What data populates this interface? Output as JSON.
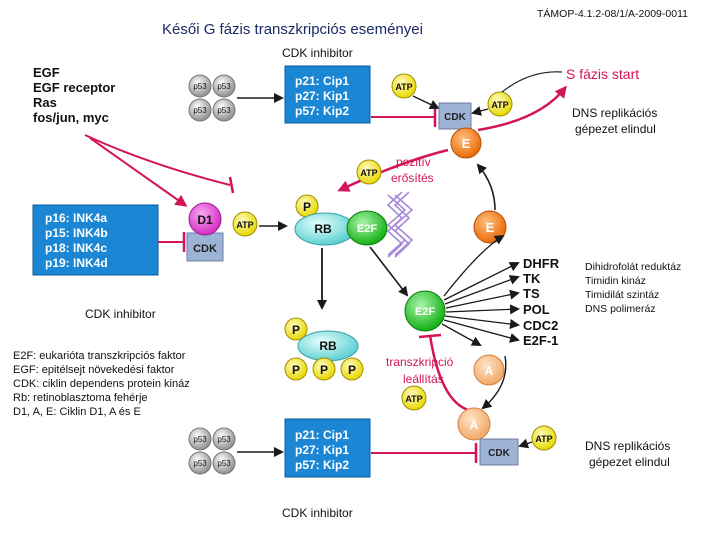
{
  "header": {
    "title": "Késői G fázis transzkripciós eseményei",
    "project_code": "TÁMOP-4.1.2-08/1/A-2009-0011"
  },
  "labels": {
    "cdk_inhibitor_top": "CDK inhibitor",
    "cdk_inhibitor_mid": "CDK inhibitor",
    "cdk_inhibitor_bottom": "CDK inhibitor",
    "s_phase_start": "S fázis start",
    "dns_replication_top": [
      "DNS replikációs",
      "gépezet elindul"
    ],
    "dns_replication_bottom": [
      "DNS replikációs",
      "gépezet elindul"
    ],
    "positive_reinforcement": [
      "pozitív",
      "erősítés"
    ],
    "transcription_stop": [
      "transzkripció",
      "leállítás"
    ]
  },
  "growth_signals": [
    "EGF",
    "EGF receptor",
    "Ras",
    "fos/jun, myc"
  ],
  "p53": "p53",
  "p_inhibitors": [
    "p21: Cip1",
    "p27: Kip1",
    "p57: Kip2"
  ],
  "ink_inhibitors": [
    "p16: INK4a",
    "p15: INK4b",
    "p18: INK4c",
    "p19: INK4d"
  ],
  "molecules": {
    "atp": "ATP",
    "cdk": "CDK",
    "d1": "D1",
    "e": "E",
    "a": "A",
    "p": "P",
    "rb": "RB",
    "e2f": "E2F"
  },
  "target_genes": [
    "DHFR",
    "TK",
    "TS",
    "POL",
    "CDC2",
    "E2F-1"
  ],
  "target_gene_names": [
    "Dihidrofolát reduktáz",
    "Timidin kináz",
    "Timidilát szintáz",
    "DNS polimeráz"
  ],
  "legend": [
    "E2F: eukarióta transzkripciós faktor",
    "EGF: epitélsejt növekedési faktor",
    "CDK: ciklin dependens protein kináz",
    "Rb: retinoblasztoma fehérje",
    "D1, A, E: Ciklin D1, A és E"
  ],
  "colors": {
    "blue_box": "#1a86d4",
    "cdk_box": "#9db3d6",
    "cyclin_pink": "#e44bd8",
    "cyclin_orange": "#f07a14",
    "cyclin_a_light": "#f6c090",
    "atp_yellow": "#f6ec1a",
    "rb_cyan": "#8fe0e0",
    "e2f_green": "#28c828",
    "p_yellow": "#f0e61a",
    "arrow_red": "#d4145a",
    "arrow_black": "#1a1a1a",
    "dna_purple": "#a58ad8"
  }
}
